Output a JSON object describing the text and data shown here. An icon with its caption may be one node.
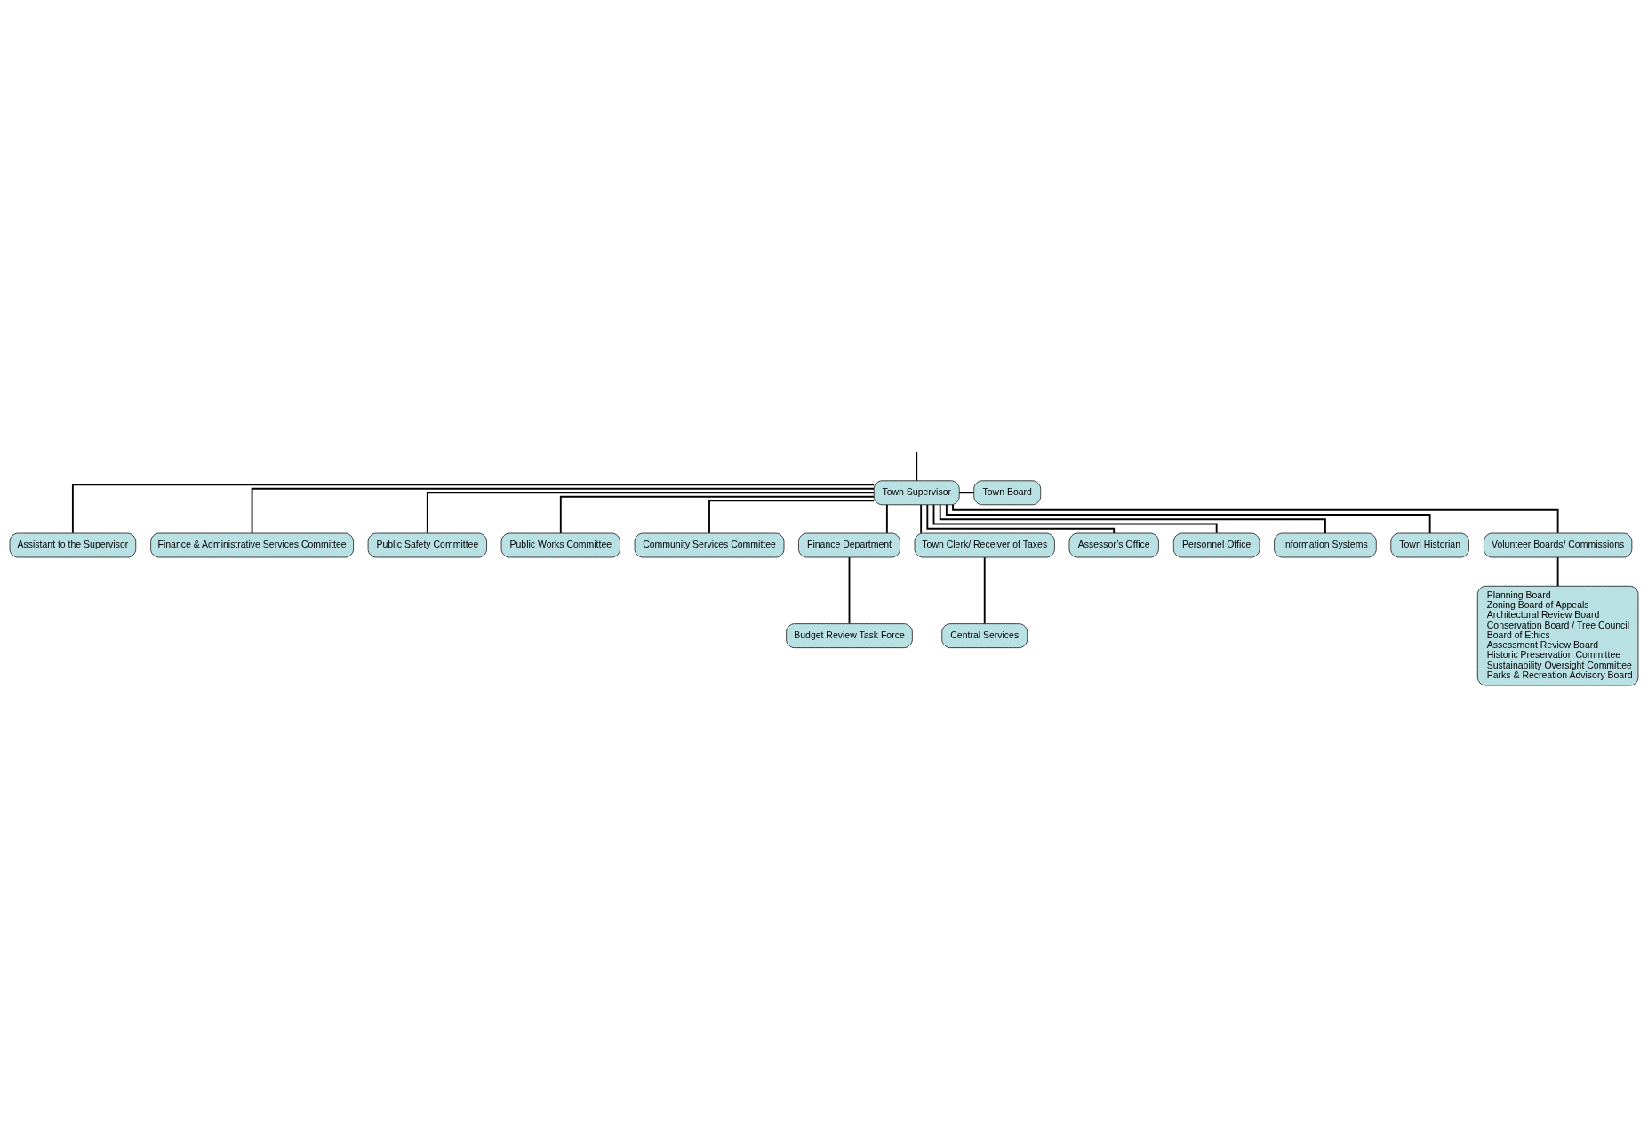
{
  "diagram": {
    "nodes": [
      {
        "text": [
          "Town Supervisor"
        ]
      },
      {
        "text": [
          "Town Board"
        ]
      },
      {
        "text": [
          "Assistant to the Supervisor"
        ]
      },
      {
        "text": [
          "Finance & Administrative Services Committee"
        ]
      },
      {
        "text": [
          "Public Safety Committee"
        ]
      },
      {
        "text": [
          "Public Works Committee"
        ]
      },
      {
        "text": [
          "Community Services Committee"
        ]
      },
      {
        "text": [
          "Finance Department"
        ]
      },
      {
        "text": [
          "Town Clerk/ Receiver of Taxes"
        ]
      },
      {
        "text": [
          "Assessor’s Office"
        ]
      },
      {
        "text": [
          "Personnel Office"
        ]
      },
      {
        "text": [
          "Information Systems"
        ]
      },
      {
        "text": [
          "Town Historian"
        ]
      },
      {
        "text": [
          "Volunteer Boards/ Commissions"
        ]
      },
      {
        "text": [
          "Budget Review Task Force"
        ]
      },
      {
        "text": [
          "Central Services"
        ]
      },
      {
        "text": [
          "Planning Board",
          "Zoning Board of Appeals",
          "Architectural Review Board",
          "Conservation Board / Tree Council",
          "Board of Ethics",
          "Assessment Review Board",
          "Historic Preservation Committee",
          "Sustainability Oversight Committee",
          "Parks & Recreation Advisory Board"
        ]
      }
    ],
    "edges": [
      {
        "from": null,
        "to": 0,
        "arrow": "none"
      },
      {
        "from": 0,
        "to": 1,
        "arrow": "none"
      },
      {
        "from": 0,
        "to": 2,
        "arrow": "none"
      },
      {
        "from": 0,
        "to": 3,
        "arrow": "none"
      },
      {
        "from": 0,
        "to": 4,
        "arrow": "none"
      },
      {
        "from": 0,
        "to": 5,
        "arrow": "none"
      },
      {
        "from": 0,
        "to": 6,
        "arrow": "none"
      },
      {
        "from": 0,
        "to": 7,
        "arrow": "none"
      },
      {
        "from": 0,
        "to": 8,
        "arrow": "none"
      },
      {
        "from": 0,
        "to": 9,
        "arrow": "none"
      },
      {
        "from": 0,
        "to": 10,
        "arrow": "none"
      },
      {
        "from": 0,
        "to": 11,
        "arrow": "none"
      },
      {
        "from": 0,
        "to": 12,
        "arrow": "none"
      },
      {
        "from": 0,
        "to": 13,
        "arrow": "none"
      },
      {
        "from": 7,
        "to": 14,
        "arrow": "none"
      },
      {
        "from": 8,
        "to": 15,
        "arrow": "none"
      },
      {
        "from": 13,
        "to": 16,
        "arrow": "none"
      }
    ]
  }
}
